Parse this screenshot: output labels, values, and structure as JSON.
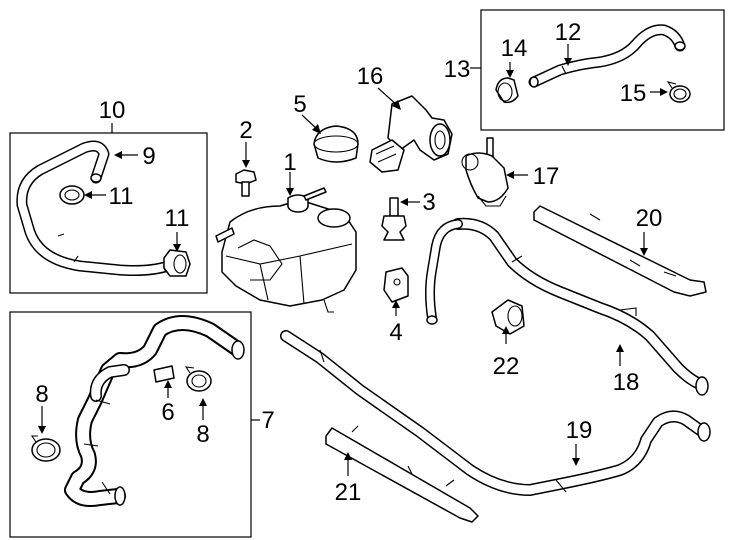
{
  "callouts": [
    {
      "id": "c1",
      "text": "1"
    },
    {
      "id": "c2",
      "text": "2"
    },
    {
      "id": "c3",
      "text": "3"
    },
    {
      "id": "c4",
      "text": "4"
    },
    {
      "id": "c5",
      "text": "5"
    },
    {
      "id": "c6",
      "text": "6"
    },
    {
      "id": "c7",
      "text": "7"
    },
    {
      "id": "c8a",
      "text": "8"
    },
    {
      "id": "c8b",
      "text": "8"
    },
    {
      "id": "c9",
      "text": "9"
    },
    {
      "id": "c10",
      "text": "10"
    },
    {
      "id": "c11a",
      "text": "11"
    },
    {
      "id": "c11b",
      "text": "11"
    },
    {
      "id": "c12",
      "text": "12"
    },
    {
      "id": "c13",
      "text": "13"
    },
    {
      "id": "c14",
      "text": "14"
    },
    {
      "id": "c15",
      "text": "15"
    },
    {
      "id": "c16",
      "text": "16"
    },
    {
      "id": "c17",
      "text": "17"
    },
    {
      "id": "c18",
      "text": "18"
    },
    {
      "id": "c19",
      "text": "19"
    },
    {
      "id": "c20",
      "text": "20"
    },
    {
      "id": "c21",
      "text": "21"
    },
    {
      "id": "c22",
      "text": "22"
    }
  ]
}
